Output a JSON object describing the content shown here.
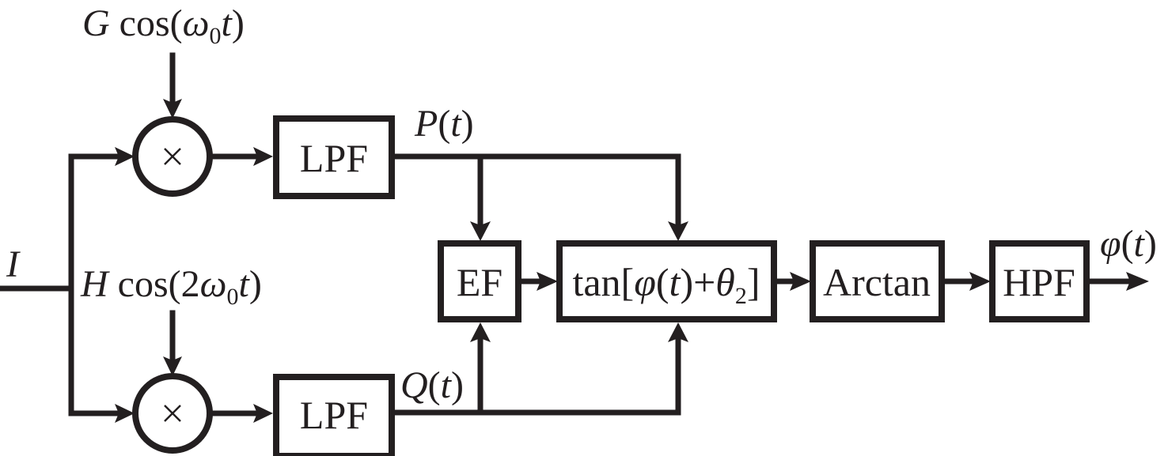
{
  "diagram": {
    "type": "signal-processing-block-diagram",
    "input": {
      "label": "I"
    },
    "references": {
      "top": {
        "coef": "G",
        "func": "cos(",
        "omega": "ω",
        "sub": "0",
        "var": "t",
        "close": ")"
      },
      "bottom": {
        "coef": "H",
        "func": "cos(2",
        "omega": "ω",
        "sub": "0",
        "var": "t",
        "close": ")"
      }
    },
    "multipliers": [
      {
        "id": "mixer-top",
        "symbol": "×"
      },
      {
        "id": "mixer-bottom",
        "symbol": "×"
      }
    ],
    "blocks": {
      "lpf_top": "LPF",
      "lpf_bottom": "LPF",
      "ef": "EF",
      "tan": {
        "prefix": "tan[",
        "phi": "φ",
        "t_open": "(",
        "t": "t",
        "t_close": ")+",
        "theta": "θ",
        "theta_sub": "2",
        "suffix": "]"
      },
      "arctan": "Arctan",
      "hpf": "HPF"
    },
    "signals": {
      "p": {
        "name": "P",
        "open": "(",
        "var": "t",
        "close": ")"
      },
      "q": {
        "name": "Q",
        "open": "(",
        "var": "t",
        "close": ")"
      },
      "output": {
        "name": "φ",
        "open": "(",
        "var": "t",
        "close": ")"
      }
    },
    "edges": [
      {
        "from": "I",
        "to": "mixer-top"
      },
      {
        "from": "I",
        "to": "mixer-bottom"
      },
      {
        "from": "G cos(ω0 t)",
        "to": "mixer-top"
      },
      {
        "from": "H cos(2ω0 t)",
        "to": "mixer-bottom"
      },
      {
        "from": "mixer-top",
        "to": "LPF (top)"
      },
      {
        "from": "mixer-bottom",
        "to": "LPF (bottom)"
      },
      {
        "from": "P(t)",
        "to": "EF"
      },
      {
        "from": "P(t)",
        "to": "tan[φ(t)+θ2]"
      },
      {
        "from": "Q(t)",
        "to": "EF"
      },
      {
        "from": "Q(t)",
        "to": "tan[φ(t)+θ2]"
      },
      {
        "from": "EF",
        "to": "tan[φ(t)+θ2]"
      },
      {
        "from": "tan[φ(t)+θ2]",
        "to": "Arctan"
      },
      {
        "from": "Arctan",
        "to": "HPF"
      },
      {
        "from": "HPF",
        "to": "φ(t)"
      }
    ]
  }
}
